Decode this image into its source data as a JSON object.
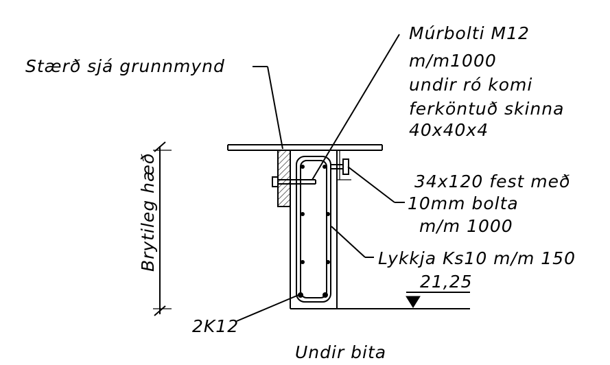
{
  "labels": {
    "size_ref": "Stærð sjá grunnmynd",
    "anchor_bolt": [
      "Múrbolti M12",
      "m/m1000",
      "undir ró komi",
      "ferköntuð skinna",
      "40x40x4"
    ],
    "timber_fix": [
      "34x120 fest með",
      "10mm bolta",
      "m/m 1000"
    ],
    "stirrup": "Lykkja Ks10 m/m 150",
    "level": "21,25",
    "rebar": "2K12",
    "vertical_dim": "Brytileg hæð",
    "caption": "Undir bita"
  },
  "colors": {
    "line": "#000000",
    "background": "#ffffff"
  }
}
